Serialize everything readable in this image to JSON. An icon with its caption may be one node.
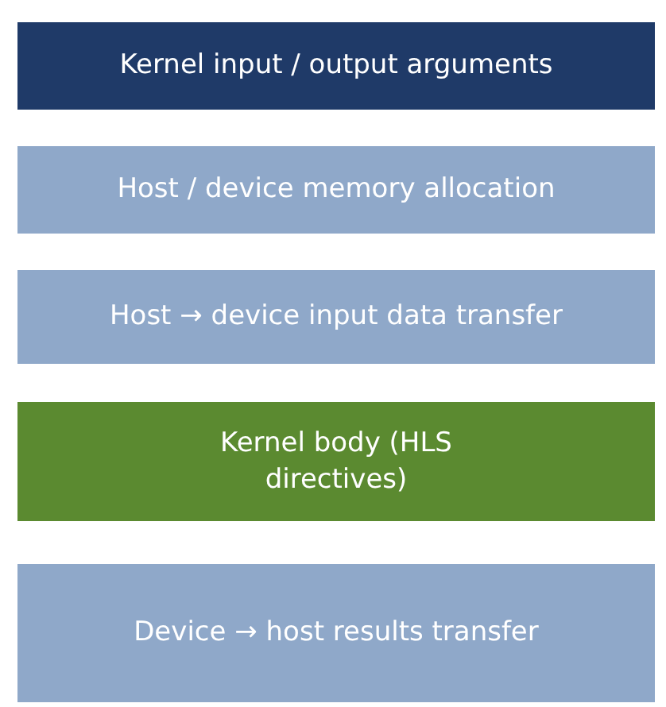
{
  "diagram": {
    "nodes": [
      {
        "text": [
          "Kernel input / output arguments"
        ]
      },
      {
        "text": [
          "Host / device memory allocation"
        ]
      },
      {
        "text": [
          "Host → device input data transfer"
        ]
      },
      {
        "text": [
          "Kernel body (HLS directives)"
        ]
      },
      {
        "text": [
          "Device → host results transfer"
        ]
      }
    ]
  }
}
